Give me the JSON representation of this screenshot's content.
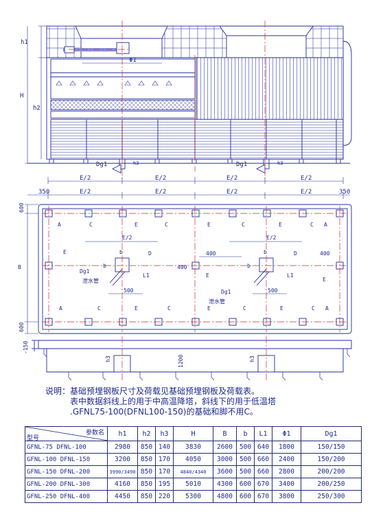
{
  "drawing": {
    "labels": {
      "h1": "h1",
      "h2": "h2",
      "H": "H",
      "h3": "h3",
      "phi1": "Φ1",
      "dg1": "Dg1",
      "e_half": "E/2",
      "dim_350": "350",
      "dim_600": "600",
      "dim_400": "400",
      "dim_500": "500",
      "dim_1200": "1200",
      "dim_150": "-150",
      "B": "B",
      "L1": "L1",
      "b": "b",
      "D": "D",
      "h3_plan": "h3",
      "drain_pipe": "泄水管",
      "A": "A",
      "C": "C",
      "E": "E"
    }
  },
  "notes": {
    "line1": "说明：基础预埋钢板尺寸及荷载见基础预埋钢板及荷载表。",
    "line2": "表中数据斜线上的用于中高温降塔，斜线下的用于低温塔",
    "line3": ".GFNL75-100(DFNL100-150)的基础和脚不用C。"
  },
  "table": {
    "header_model": "型号",
    "header_param": "参数名",
    "columns": [
      "h1",
      "h2",
      "h3",
      "H",
      "B",
      "b",
      "L1",
      "Φ1",
      "Dg1"
    ],
    "rows": [
      {
        "model": "GFNL-75  DFNL-100",
        "h1": "2980",
        "h2": "850",
        "h3": "140",
        "H": "3830",
        "B": "2600",
        "b": "500",
        "L1": "640",
        "phi1": "1800",
        "dg1": "150/150"
      },
      {
        "model": "GFNL-100 DFNL-150",
        "h1": "3200",
        "h2": "850",
        "h3": "170",
        "H": "4050",
        "B": "3000",
        "b": "500",
        "L1": "660",
        "phi1": "2400",
        "dg1": "150/200"
      },
      {
        "model": "GFNL-150 DFNL-200",
        "h1": "3990/3490",
        "h2": "850",
        "h3": "170",
        "H": "4840/4340",
        "B": "3600",
        "b": "500",
        "L1": "660",
        "phi1": "2800",
        "dg1": "200/200"
      },
      {
        "model": "GFNL-200 DFNL-300",
        "h1": "4160",
        "h2": "850",
        "h3": "195",
        "H": "5010",
        "B": "4300",
        "b": "600",
        "L1": "670",
        "phi1": "3400",
        "dg1": "200/250"
      },
      {
        "model": "GFNL-250 DFNL-400",
        "h1": "4450",
        "h2": "850",
        "h3": "220",
        "H": "5300",
        "B": "4800",
        "b": "600",
        "L1": "670",
        "phi1": "3800",
        "dg1": "250/300"
      }
    ]
  },
  "colors": {
    "line": "#1f2a9a",
    "center": "#e0202a",
    "hatch": "#7a7fd0",
    "text": "#1e2a8c"
  }
}
